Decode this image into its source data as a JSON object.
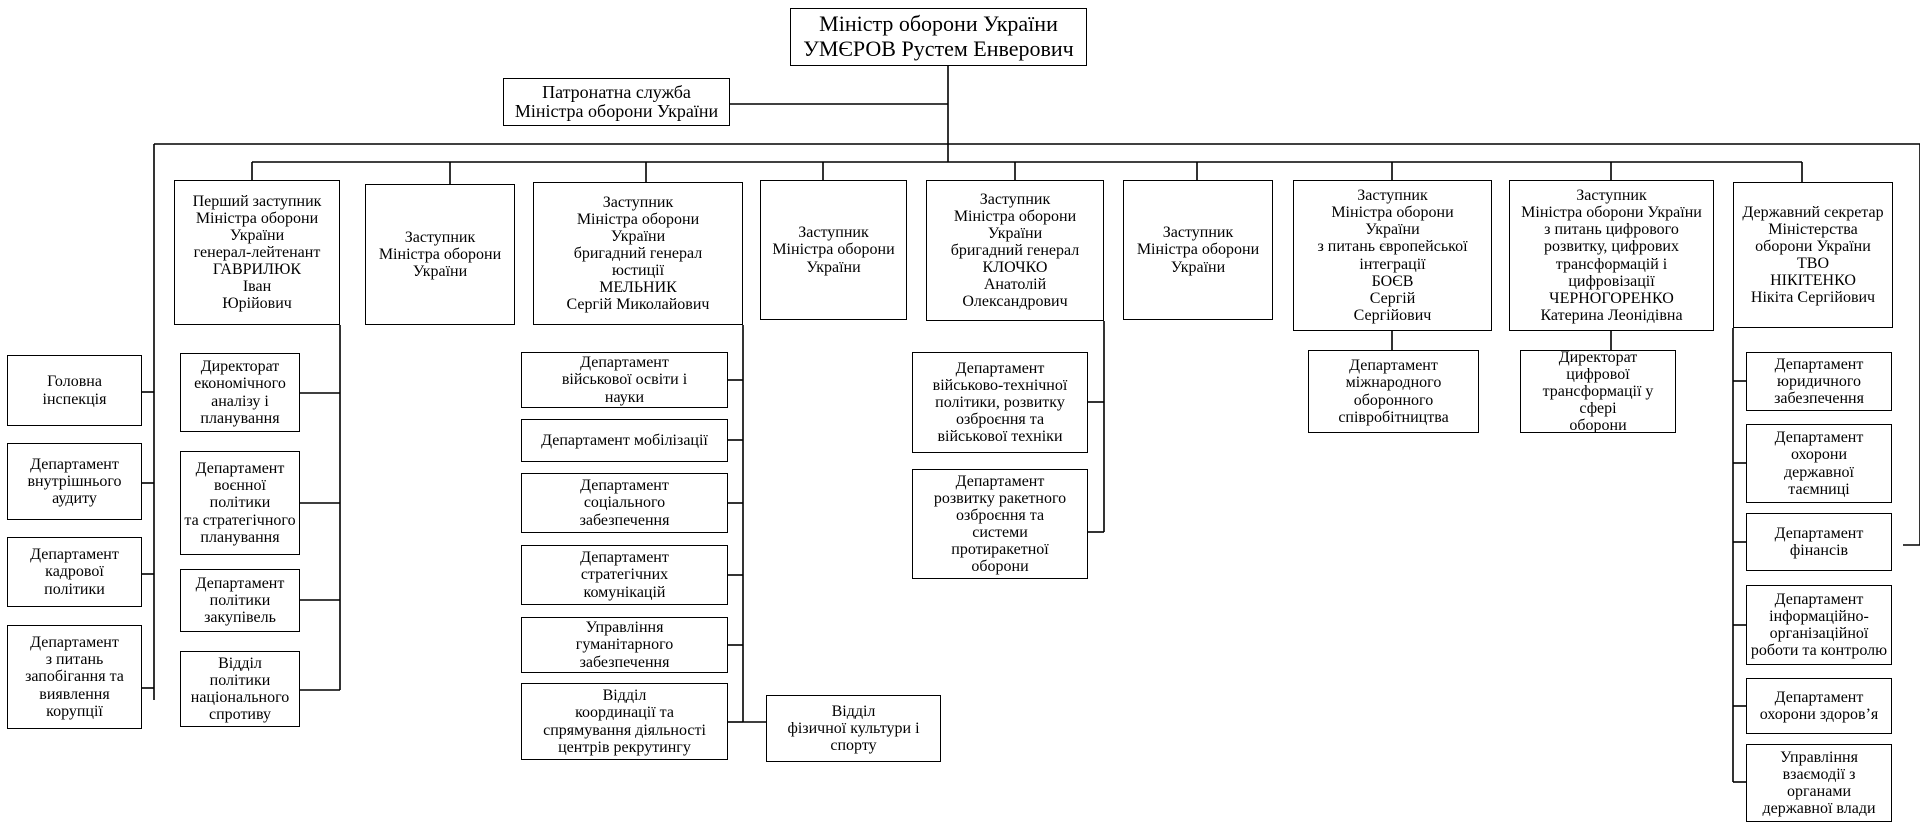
{
  "chart": {
    "root": {
      "lines": [
        "Міністр оборони України",
        "УМЄРОВ Рустем Енверович"
      ]
    },
    "patronage": {
      "lines": [
        "Патронатна служба",
        "Міністра оборони України"
      ]
    },
    "deputies": [
      {
        "lines": [
          "Перший заступник",
          "Міністра оборони",
          "України",
          "генерал-лейтенант",
          "ГАВРИЛЮК",
          "Іван",
          "Юрійович"
        ]
      },
      {
        "lines": [
          "Заступник",
          "Міністра оборони",
          "України"
        ]
      },
      {
        "lines": [
          "Заступник",
          "Міністра оборони",
          "України",
          "бригадний генерал",
          "юстиції",
          "МЕЛЬНИК",
          "Сергій Миколайович"
        ]
      },
      {
        "lines": [
          "Заступник",
          "Міністра оборони",
          "України"
        ]
      },
      {
        "lines": [
          "Заступник",
          "Міністра оборони",
          "України",
          "бригадний генерал",
          "КЛОЧКО",
          "Анатолій",
          "Олександрович"
        ]
      },
      {
        "lines": [
          "Заступник",
          "Міністра оборони",
          "України"
        ]
      },
      {
        "lines": [
          "Заступник",
          "Міністра оборони",
          "України",
          "з питань європейської",
          "інтеграції",
          "БОЄВ",
          "Сергій",
          "Сергійович"
        ]
      },
      {
        "lines": [
          "Заступник",
          "Міністра оборони України",
          "з питань цифрового",
          "розвитку, цифрових",
          "трансформацій і",
          "цифровізації",
          "ЧЕРНОГОРЕНКО",
          "Катерина Леонідівна"
        ]
      },
      {
        "lines": [
          "Державний секретар",
          "Міністерства",
          "оборони України",
          "ТВО",
          "НІКІТЕНКО",
          "Нікіта Сергійович"
        ]
      }
    ],
    "minister_units": [
      {
        "lines": [
          "Головна",
          "інспекція"
        ]
      },
      {
        "lines": [
          "Департамент",
          "внутрішнього",
          "аудиту"
        ]
      },
      {
        "lines": [
          "Департамент",
          "кадрової",
          "політики"
        ]
      },
      {
        "lines": [
          "Департамент",
          "з питань",
          "запобігання та",
          "виявлення",
          "корупції"
        ]
      }
    ],
    "first_deputy_units": [
      {
        "lines": [
          "Директорат",
          "економічного",
          "аналізу і",
          "планування"
        ]
      },
      {
        "lines": [
          "Департамент",
          "воєнної політики",
          "та стратегічного",
          "планування"
        ]
      },
      {
        "lines": [
          "Департамент",
          "політики",
          "закупівель"
        ]
      },
      {
        "lines": [
          "Відділ",
          "політики",
          "національного",
          "спротиву"
        ]
      }
    ],
    "melnyk_units": [
      {
        "lines": [
          "Департамент",
          "військової освіти і",
          "науки"
        ]
      },
      {
        "lines": [
          "Департамент мобілізації"
        ]
      },
      {
        "lines": [
          "Департамент",
          "соціального",
          "забезпечення"
        ]
      },
      {
        "lines": [
          "Департамент",
          "стратегічних",
          "комунікацій"
        ]
      },
      {
        "lines": [
          "Управління",
          "гуманітарного",
          "забезпечення"
        ]
      },
      {
        "lines": [
          "Відділ",
          "координації та",
          "спрямування діяльності",
          "центрів рекрутингу"
        ]
      },
      {
        "lines": [
          "Відділ",
          "фізичної культури і",
          "спорту"
        ]
      }
    ],
    "klochko_units": [
      {
        "lines": [
          "Департамент",
          "військово-технічної",
          "політики, розвитку",
          "озброєння та",
          "військової техніки"
        ]
      },
      {
        "lines": [
          "Департамент",
          "розвитку ракетного",
          "озброєння та",
          "системи",
          "протиракетної",
          "оборони"
        ]
      }
    ],
    "boev_units": [
      {
        "lines": [
          "Департамент",
          "міжнародного",
          "оборонного",
          "співробітництва"
        ]
      }
    ],
    "chernohorenko_units": [
      {
        "lines": [
          "Директорат",
          "цифрової",
          "трансформації у сфері",
          "оборони"
        ]
      }
    ],
    "state_secretary_units": [
      {
        "lines": [
          "Департамент",
          "юридичного",
          "забезпечення"
        ]
      },
      {
        "lines": [
          "Департамент",
          "охорони",
          "державної",
          "таємниці"
        ]
      },
      {
        "lines": [
          "Департамент",
          "фінансів"
        ]
      },
      {
        "lines": [
          "Департамент",
          "інформаційно-",
          "організаційної",
          "роботи та контролю"
        ]
      },
      {
        "lines": [
          "Департамент",
          "охорони здоров’я"
        ]
      },
      {
        "lines": [
          "Управління",
          "взаємодії з",
          "органами",
          "державної влади"
        ]
      }
    ]
  }
}
